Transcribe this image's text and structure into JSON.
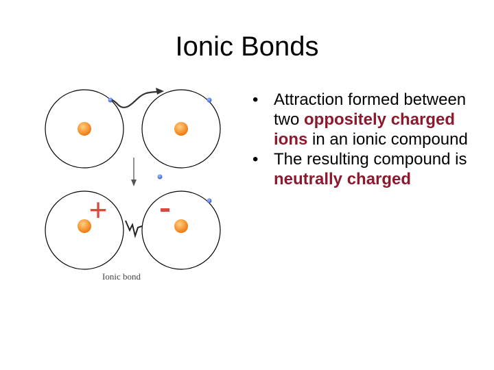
{
  "slide": {
    "title": "Ionic Bonds"
  },
  "diagram": {
    "caption": "Ionic bond",
    "plus_sign": "+",
    "minus_sign": "-",
    "colors": {
      "nucleus": "#f07810",
      "electron": "#3a5fcd",
      "orbit": "#000000",
      "sign": "#d94a3a"
    }
  },
  "bullets": [
    {
      "marker": "•",
      "text_1": "Attraction formed between two ",
      "highlight_1": "oppositely charged ions",
      "text_2": " in an ionic compound"
    },
    {
      "marker": "•",
      "text_1": "The resulting compound is ",
      "highlight_1": "neutrally charged",
      "text_2": ""
    }
  ],
  "colors": {
    "highlight": "#8b1a2e"
  }
}
